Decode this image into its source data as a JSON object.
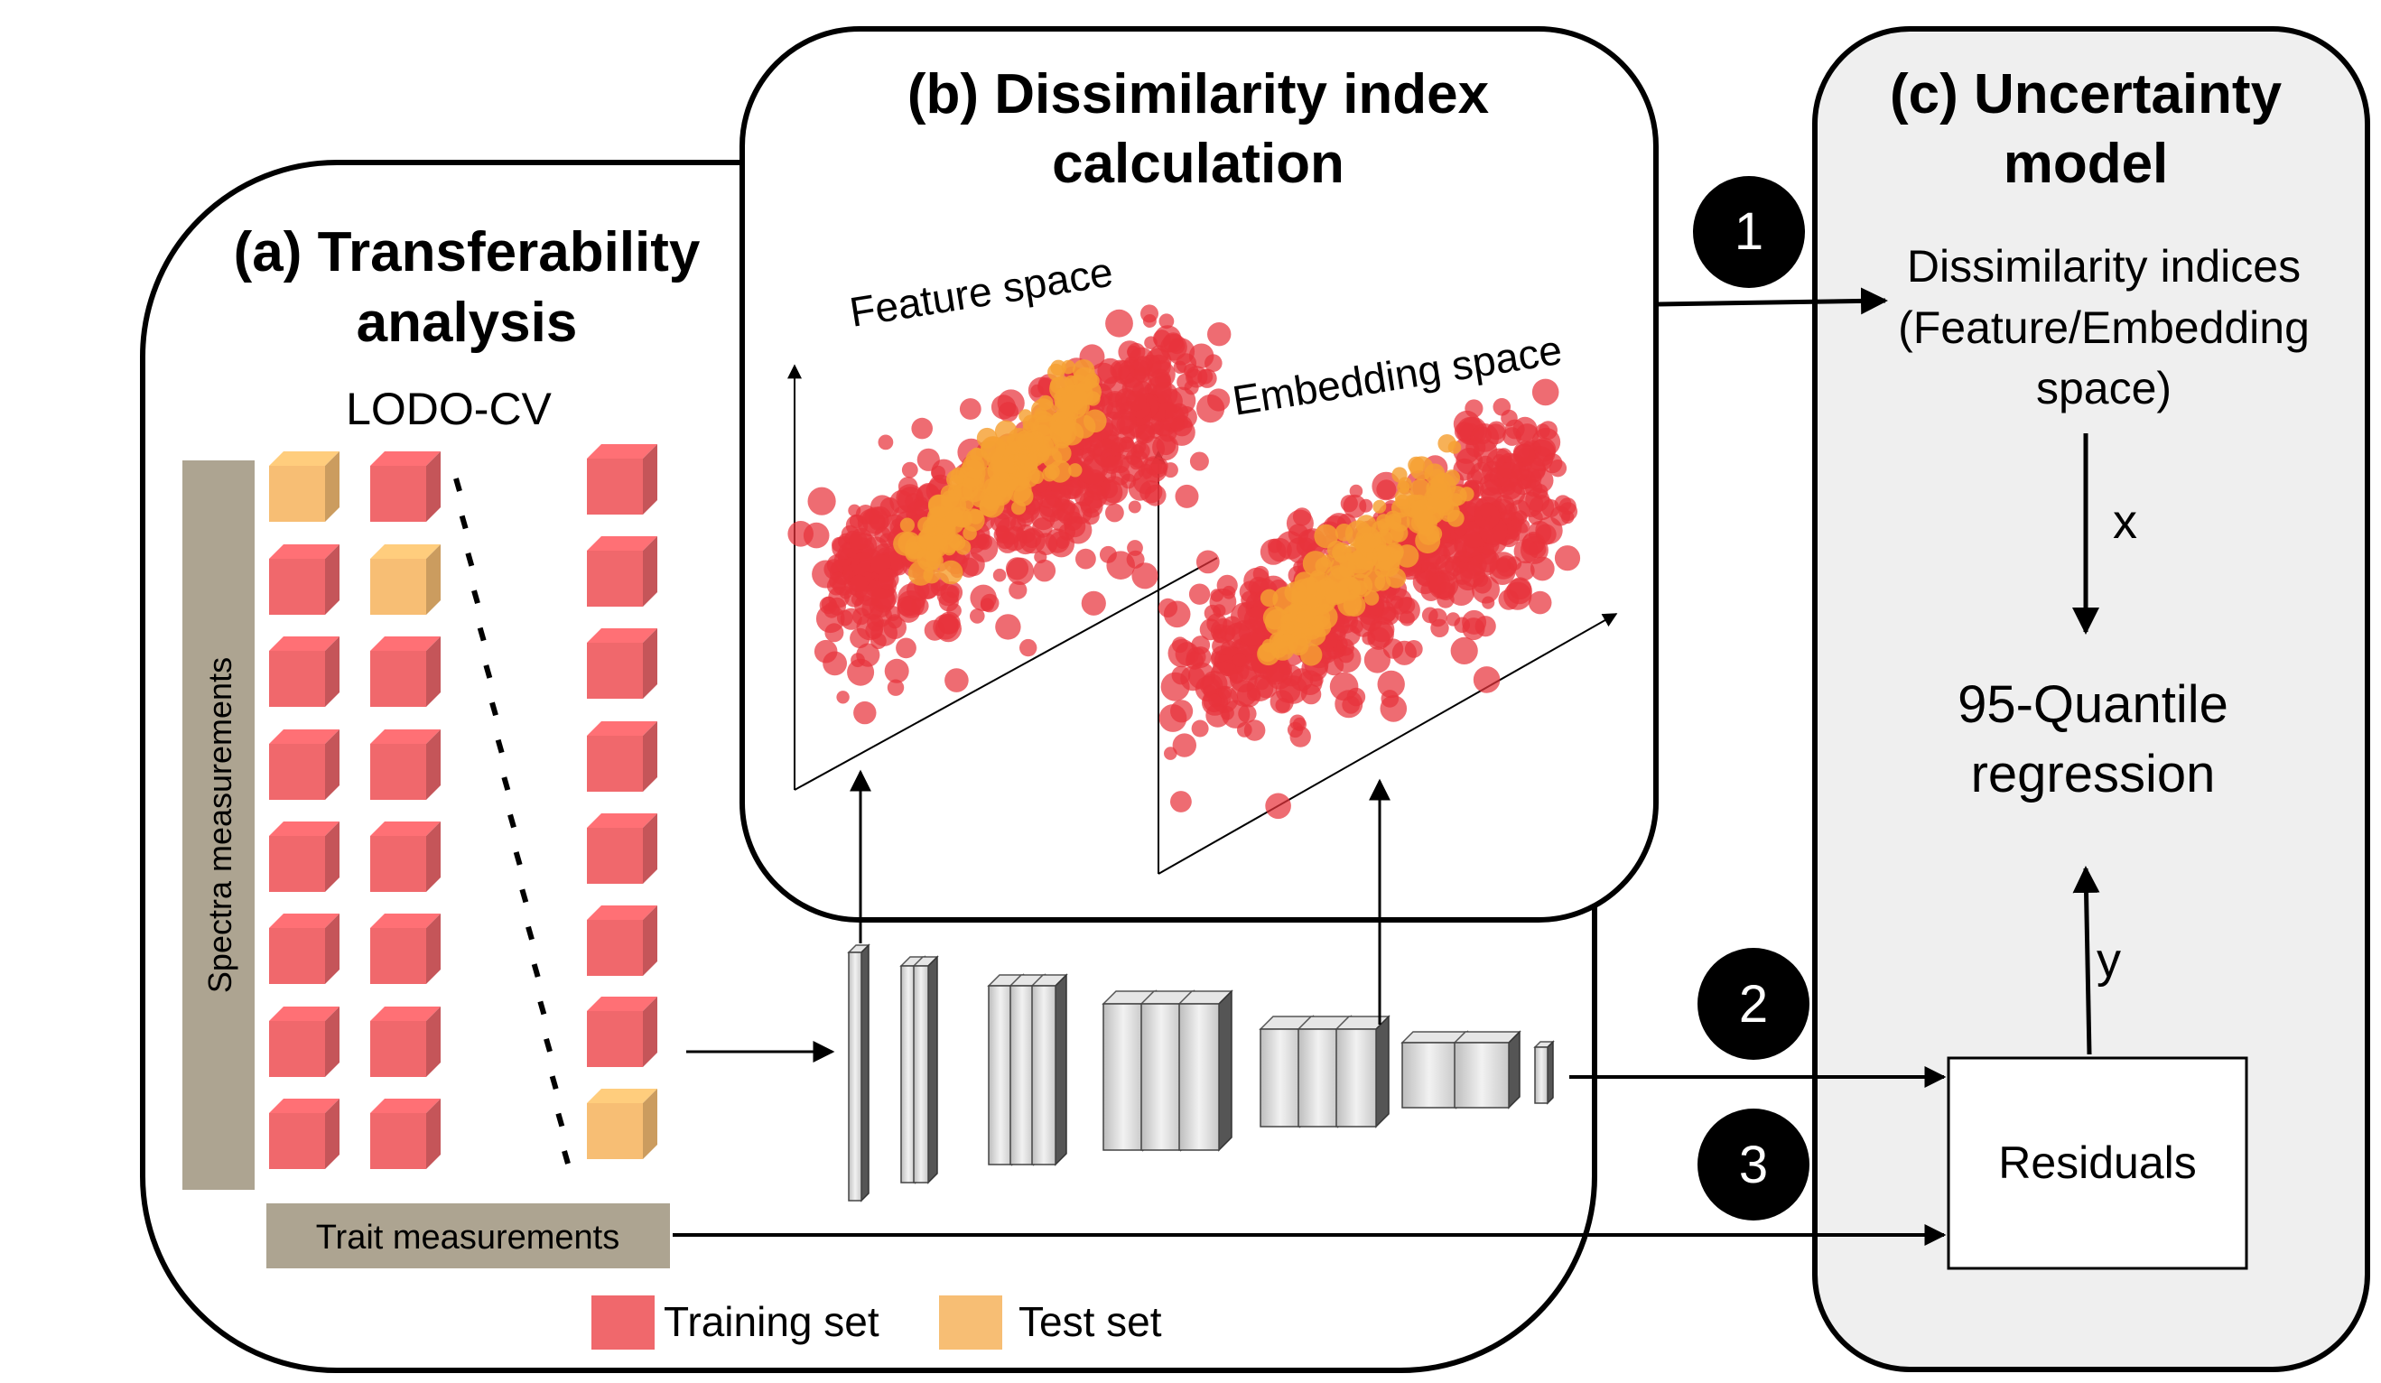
{
  "panel_a": {
    "title_line1": "(a) Transferability",
    "title_line2": "analysis",
    "subtitle": "LODO-CV",
    "vertical_label": "Spectra measurements",
    "trait_label": "Trait measurements"
  },
  "panel_b": {
    "title_line1": "(b) Dissimilarity index",
    "title_line2": "calculation",
    "feature_space_label": "Feature space",
    "embedding_space_label": "Embedding space"
  },
  "panel_c": {
    "title_line1": "(c) Uncertainty",
    "title_line2": "model",
    "indices_line1": "Dissimilarity indices",
    "indices_line2": "(Feature/Embedding",
    "indices_line3": "space)",
    "x_label": "x",
    "regression_line1": "95-Quantile",
    "regression_line2": "regression",
    "y_label": "y",
    "residuals_label": "Residuals"
  },
  "steps": [
    "1",
    "2",
    "3"
  ],
  "legend": {
    "training": "Training set",
    "test": "Test set"
  },
  "colors": {
    "training": "#F0686C",
    "test": "#F7BE74",
    "scatter_red": "#E8333B",
    "scatter_orange": "#F5A032",
    "label_box": "#ADA491",
    "panel_c_fill": "#EFEFEF"
  }
}
